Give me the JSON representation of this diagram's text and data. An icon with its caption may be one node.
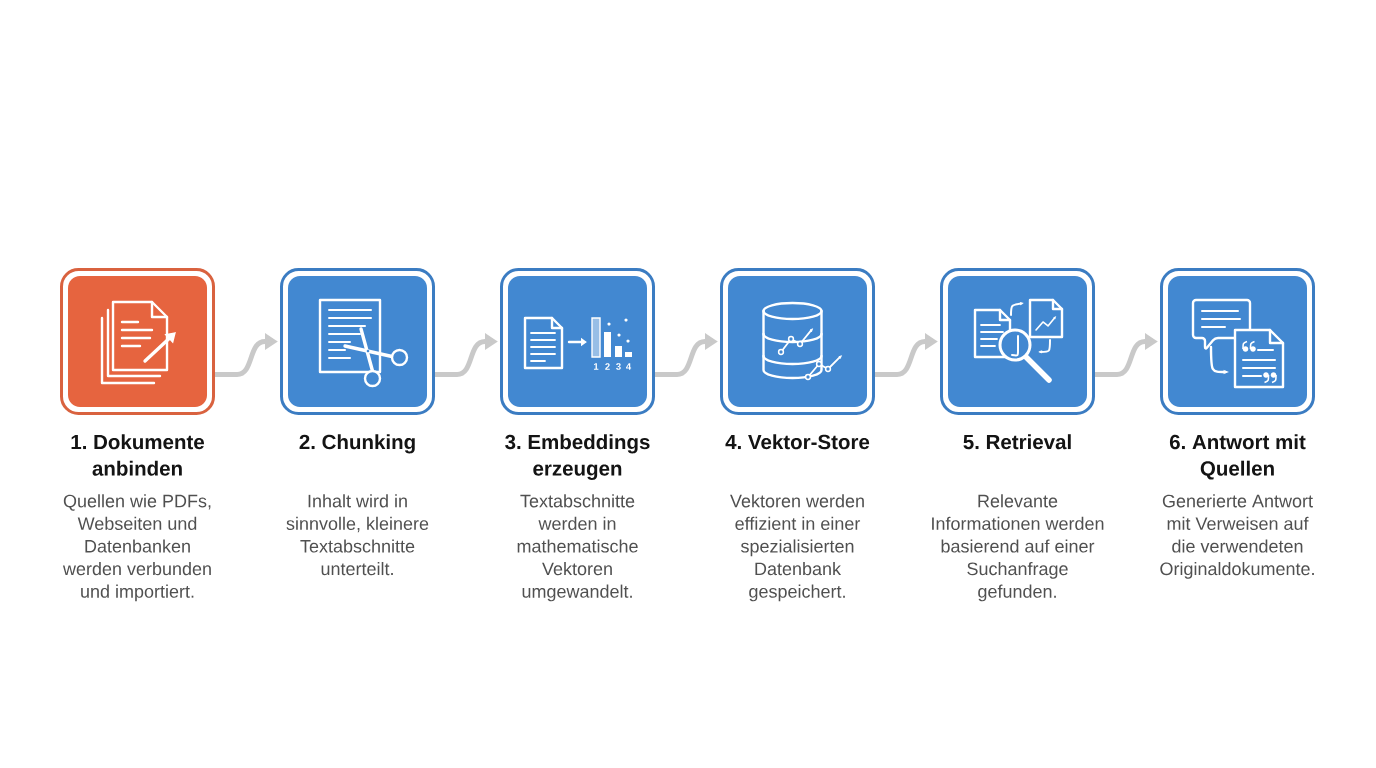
{
  "diagram": {
    "nodes": [
      {
        "text": [
          "1. Dokumente anbinden",
          "Quellen wie PDFs, Webseiten und Datenbanken werden verbunden und importiert."
        ]
      },
      {
        "text": [
          "2. Chunking",
          "Inhalt wird in sinnvolle, kleinere Textabschnitte unterteilt."
        ]
      },
      {
        "text": [
          "3. Embeddings erzeugen",
          "Textabschnitte werden in mathematische Vektoren umgewandelt."
        ]
      },
      {
        "text": [
          "4. Vektor-Store",
          "Vektoren werden effizient in einer spezialisierten Datenbank gespeichert."
        ]
      },
      {
        "text": [
          "5. Retrieval",
          "Relevante Informationen werden basierend auf einer Suchanfrage gefunden."
        ]
      },
      {
        "text": [
          "6. Antwort mit Quellen",
          "Generierte Antwort mit Verweisen auf die verwendeten Originaldokumente."
        ]
      }
    ],
    "edges": [
      {
        "from": 0,
        "to": 1,
        "arrow": "to"
      },
      {
        "from": 1,
        "to": 2,
        "arrow": "to"
      },
      {
        "from": 2,
        "to": 3,
        "arrow": "to"
      },
      {
        "from": 3,
        "to": 4,
        "arrow": "to"
      },
      {
        "from": 4,
        "to": 5,
        "arrow": "to"
      }
    ],
    "labels": [
      "1",
      "2",
      "3",
      "4"
    ]
  }
}
